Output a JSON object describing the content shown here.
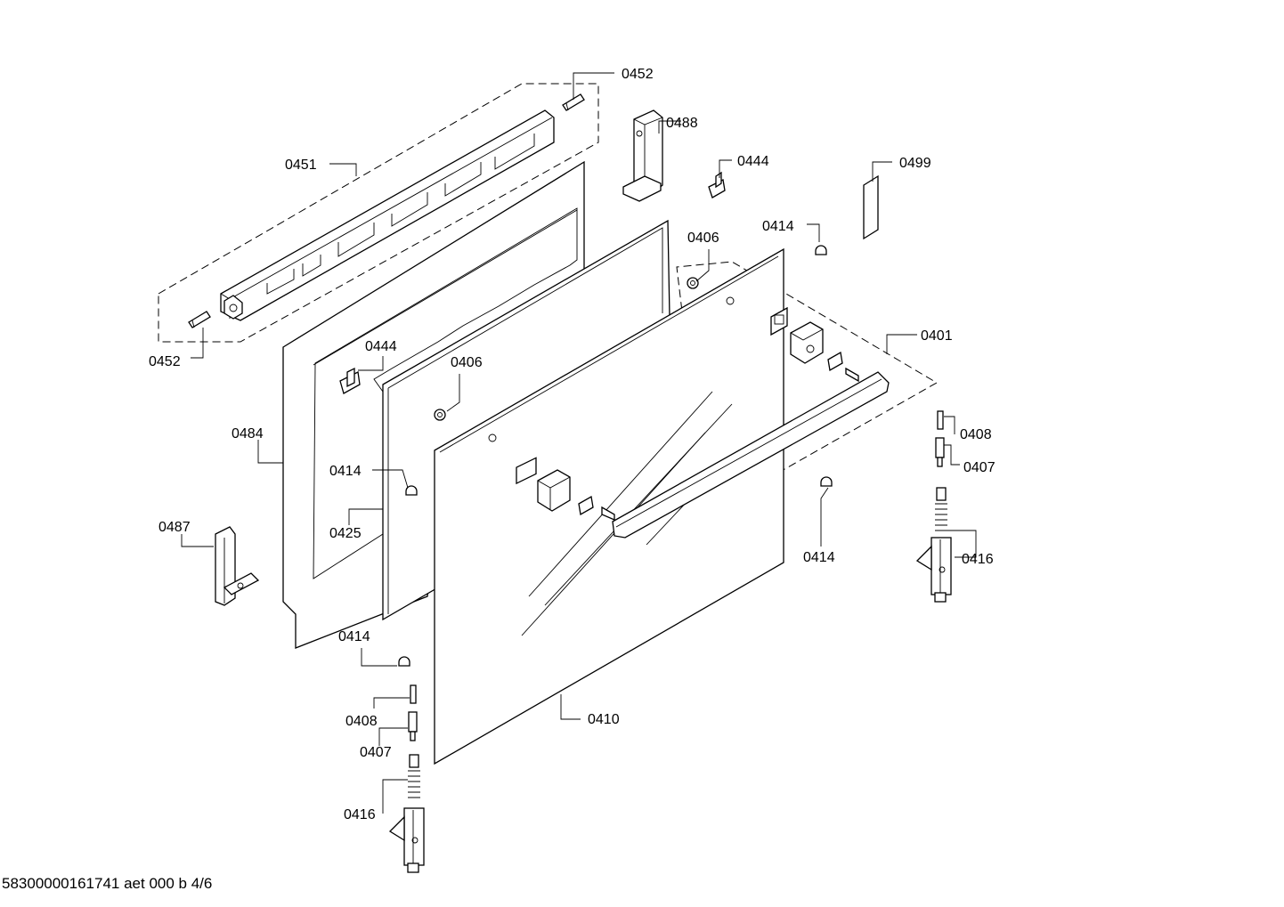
{
  "callouts": {
    "c0452_top": "0452",
    "c0451": "0451",
    "c0488": "0488",
    "c0444_top": "0444",
    "c0499": "0499",
    "c0414_top": "0414",
    "c0406_right": "0406",
    "c0401": "0401",
    "c0452_left": "0452",
    "c0444_left": "0444",
    "c0406_mid": "0406",
    "c0484": "0484",
    "c0414_mid": "0414",
    "c0425": "0425",
    "c0487": "0487",
    "c0408_right": "0408",
    "c0407_right": "0407",
    "c0416_right": "0416",
    "c0414_right": "0414",
    "c0414_bottom": "0414",
    "c0408_bottom": "0408",
    "c0407_bottom": "0407",
    "c0416_bottom": "0416",
    "c0410": "0410"
  },
  "footer": {
    "drawing_id": "58300000161741 aet 000 b 4/6"
  }
}
